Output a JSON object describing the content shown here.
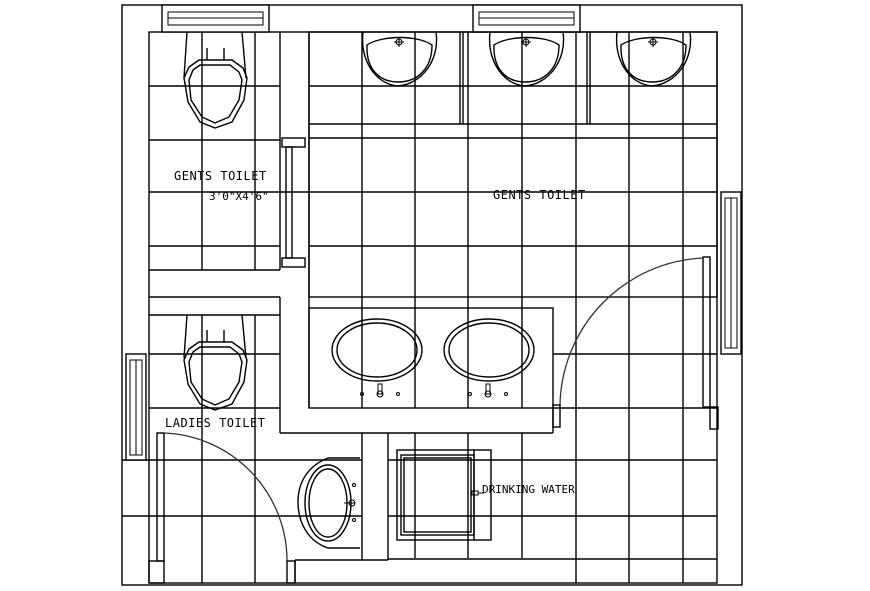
{
  "drawing": {
    "type": "floor-plan",
    "labels": {
      "gents_toilet_cubicle": "GENTS TOILET",
      "gents_toilet_dimension": "3'0\"X4'6\"",
      "gents_toilet_main": "GENTS TOILET",
      "ladies_toilet": "LADIES TOILET",
      "drinking_water": "DRINKING WATER"
    },
    "fixtures": {
      "water_closets": 2,
      "urinals": 3,
      "counter_washbasins": 2,
      "ladies_washbasin": 1,
      "drinking_water_unit": 1
    },
    "colors": {
      "background": "#ffffff",
      "lines": "#000000"
    }
  }
}
